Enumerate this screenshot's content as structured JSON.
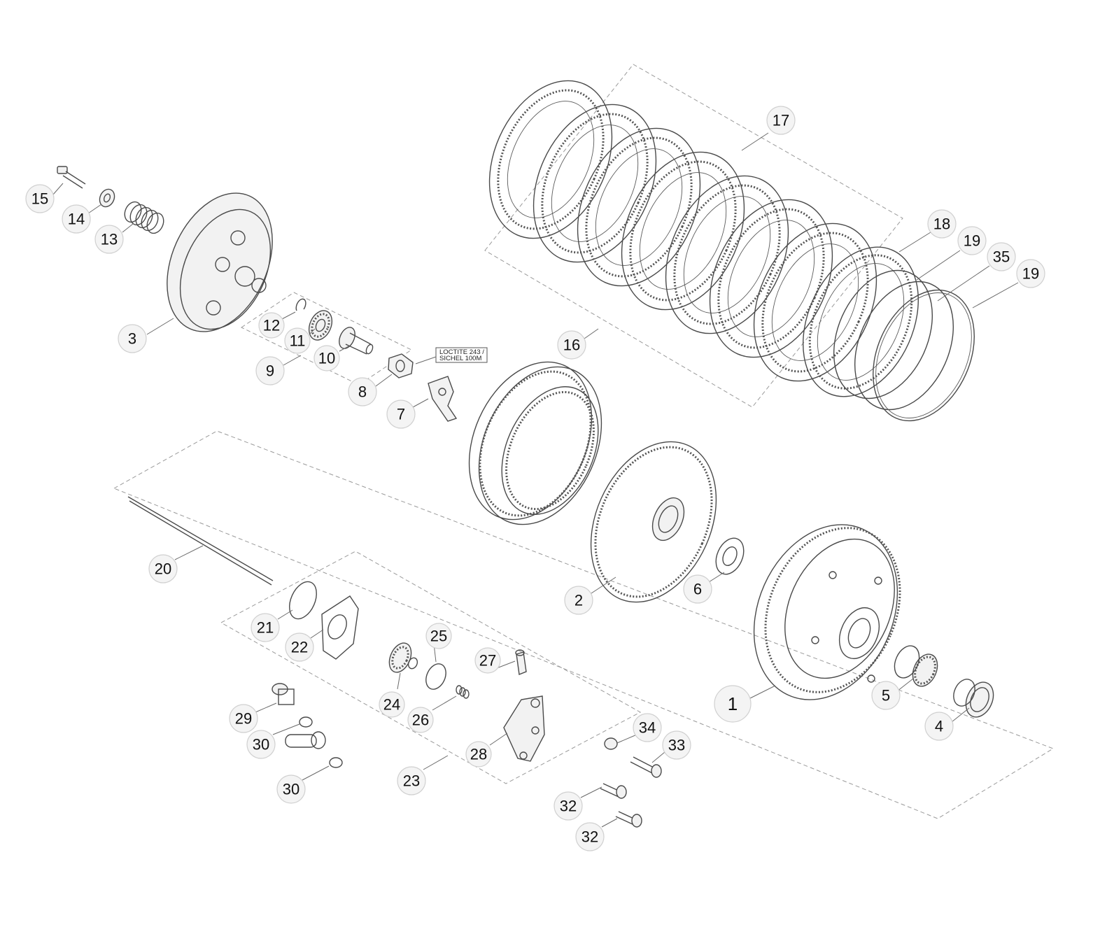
{
  "callouts": [
    {
      "id": "c1",
      "label": "1"
    },
    {
      "id": "c2",
      "label": "2"
    },
    {
      "id": "c3",
      "label": "3"
    },
    {
      "id": "c4",
      "label": "4"
    },
    {
      "id": "c5",
      "label": "5"
    },
    {
      "id": "c6",
      "label": "6"
    },
    {
      "id": "c7",
      "label": "7"
    },
    {
      "id": "c8",
      "label": "8"
    },
    {
      "id": "c9",
      "label": "9"
    },
    {
      "id": "c10",
      "label": "10"
    },
    {
      "id": "c11",
      "label": "11"
    },
    {
      "id": "c12",
      "label": "12"
    },
    {
      "id": "c13",
      "label": "13"
    },
    {
      "id": "c14",
      "label": "14"
    },
    {
      "id": "c15",
      "label": "15"
    },
    {
      "id": "c16",
      "label": "16"
    },
    {
      "id": "c17",
      "label": "17"
    },
    {
      "id": "c18",
      "label": "18"
    },
    {
      "id": "c19a",
      "label": "19"
    },
    {
      "id": "c35",
      "label": "35"
    },
    {
      "id": "c19b",
      "label": "19"
    },
    {
      "id": "c20",
      "label": "20"
    },
    {
      "id": "c21",
      "label": "21"
    },
    {
      "id": "c22",
      "label": "22"
    },
    {
      "id": "c23",
      "label": "23"
    },
    {
      "id": "c24",
      "label": "24"
    },
    {
      "id": "c25",
      "label": "25"
    },
    {
      "id": "c26",
      "label": "26"
    },
    {
      "id": "c27",
      "label": "27"
    },
    {
      "id": "c28",
      "label": "28"
    },
    {
      "id": "c29",
      "label": "29"
    },
    {
      "id": "c30a",
      "label": "30"
    },
    {
      "id": "c30b",
      "label": "30"
    },
    {
      "id": "c32a",
      "label": "32"
    },
    {
      "id": "c32b",
      "label": "32"
    },
    {
      "id": "c33",
      "label": "33"
    },
    {
      "id": "c34",
      "label": "34"
    }
  ],
  "note": {
    "line1": "LOCTITE 243 /",
    "line2": "SICHEL 100M"
  }
}
